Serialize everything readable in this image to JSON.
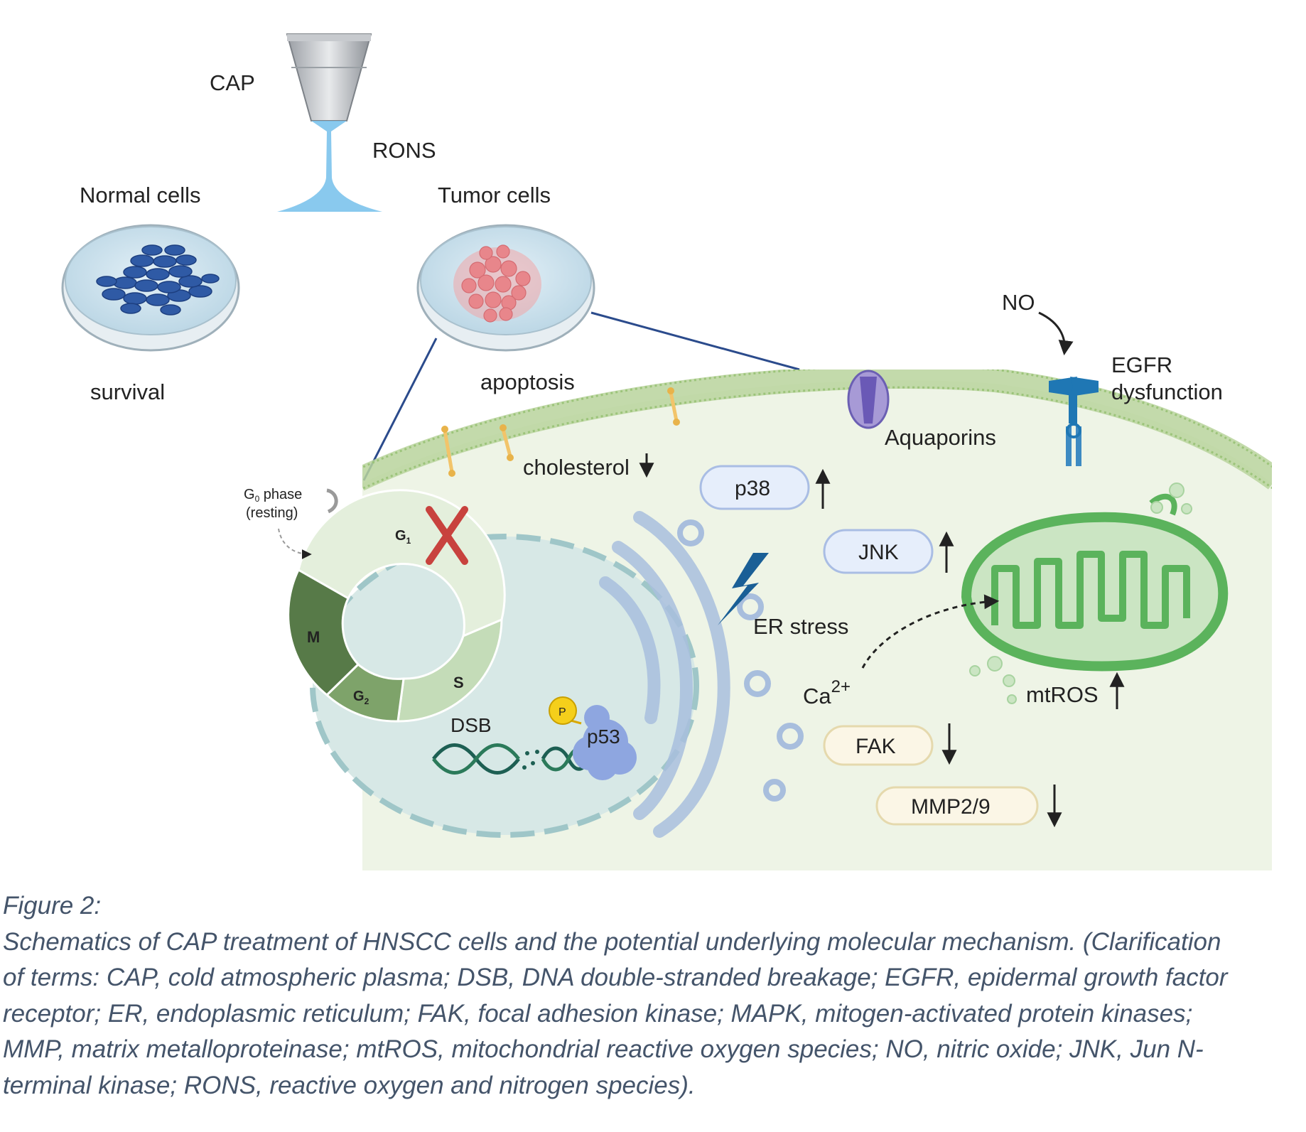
{
  "labels": {
    "cap": "CAP",
    "rons": "RONS",
    "normal_cells": "Normal cells",
    "tumor_cells": "Tumor cells",
    "survival": "survival",
    "apoptosis": "apoptosis",
    "no": "NO",
    "egfr_line1": "EGFR",
    "egfr_line2": "dysfunction",
    "aquaporins": "Aquaporins",
    "cholesterol": "cholesterol",
    "p38": "p38",
    "jnk": "JNK",
    "er_stress": "ER stress",
    "ca_base": "Ca",
    "ca_sup": "2+",
    "mtros": "mtROS",
    "fak": "FAK",
    "mmp": "MMP2/9",
    "dsb": "DSB",
    "p53": "p53",
    "phospho": "P",
    "g0_phase_g": "G",
    "g0_phase_sub": "0",
    "g0_phase_rest": " phase",
    "g0_resting": "(resting)",
    "g1_base": "G",
    "g1_sub": "1",
    "g2_base": "G",
    "g2_sub": "2",
    "s_phase": "S",
    "m_phase": "M"
  },
  "caption": {
    "heading": "Figure 2:",
    "line1": "Schematics of CAP treatment of HNSCC cells and the potential underlying molecular mechanism. (Clarification",
    "line2": "of terms: CAP, cold atmospheric plasma; DSB, DNA double-stranded breakage; EGFR, epidermal growth factor",
    "line3": "receptor; ER, endoplasmic reticulum; FAK, focal adhesion kinase; MAPK, mitogen-activated protein kinases;",
    "line4": "MMP, matrix metalloproteinase; mtROS, mitochondrial reactive oxygen species; NO, nitric oxide; JNK, Jun N-",
    "line5": "terminal kinase; RONS, reactive oxygen and nitrogen species)."
  },
  "colors": {
    "cytoplasm": "#eef4e6",
    "membrane": "#b9d39c",
    "nucleus": "#d7e8e6",
    "mito": "#5bb35c",
    "line": "#2b4b8c",
    "up_pill": "#e6eefb",
    "down_pill": "#fbf6e6",
    "cross": "#c8423e"
  }
}
